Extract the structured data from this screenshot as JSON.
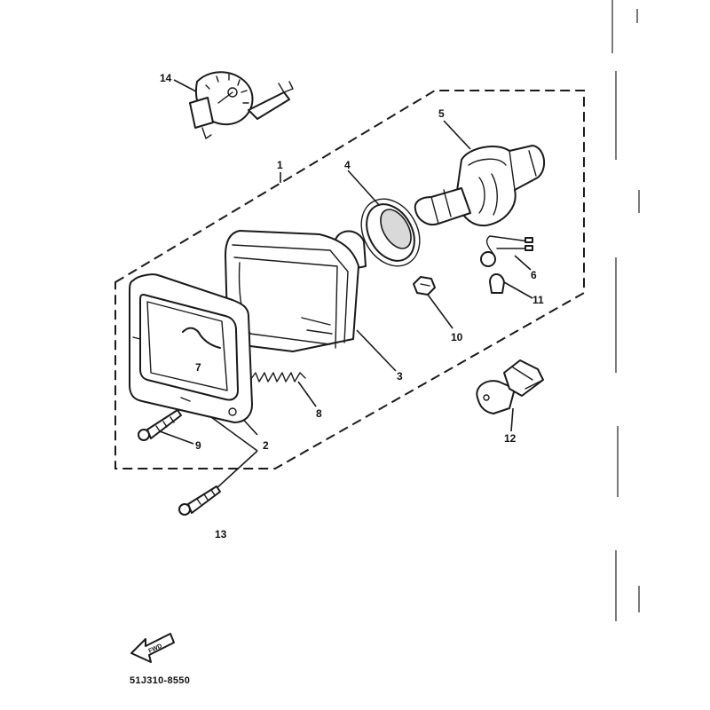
{
  "callouts": {
    "c1": "1",
    "c2": "2",
    "c3": "3",
    "c4": "4",
    "c5": "5",
    "c6": "6",
    "c7": "7",
    "c8": "8",
    "c9": "9",
    "c10": "10",
    "c11": "11",
    "c12": "12",
    "c13": "13",
    "c14": "14"
  },
  "direction_badge": "FWD",
  "drawing_number": "51J310-8550"
}
